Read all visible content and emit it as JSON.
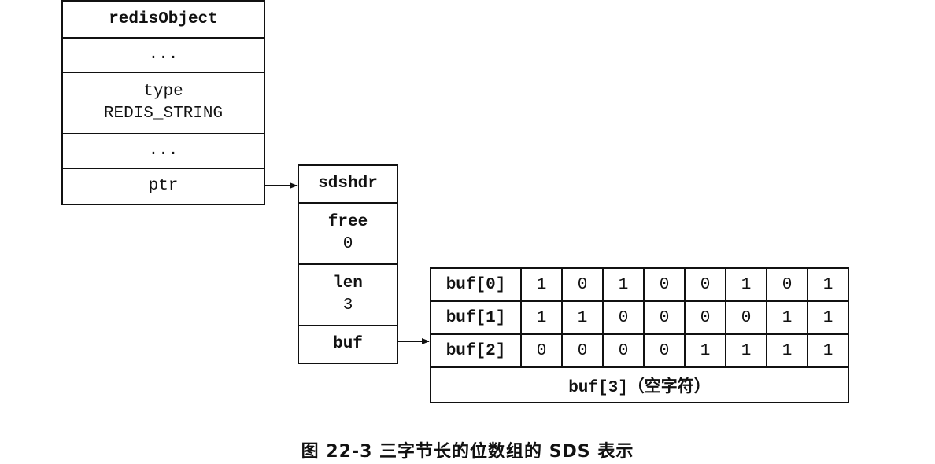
{
  "redis_object": {
    "title": "redisObject",
    "ellipsis_1": "...",
    "type_label": "type",
    "type_value": "REDIS_STRING",
    "ellipsis_2": "...",
    "ptr_label": "ptr"
  },
  "sdshdr": {
    "title": "sdshdr",
    "free_label": "free",
    "free_value": "0",
    "len_label": "len",
    "len_value": "3",
    "buf_label": "buf"
  },
  "buf_array": {
    "rows": [
      {
        "label": "buf[0]",
        "bits": [
          "1",
          "0",
          "1",
          "0",
          "0",
          "1",
          "0",
          "1"
        ]
      },
      {
        "label": "buf[1]",
        "bits": [
          "1",
          "1",
          "0",
          "0",
          "0",
          "0",
          "1",
          "1"
        ]
      },
      {
        "label": "buf[2]",
        "bits": [
          "0",
          "0",
          "0",
          "0",
          "1",
          "1",
          "1",
          "1"
        ]
      }
    ],
    "terminator": "buf[3]（空字符）"
  },
  "caption": "图 22-3   三字节长的位数组的 SDS 表示"
}
